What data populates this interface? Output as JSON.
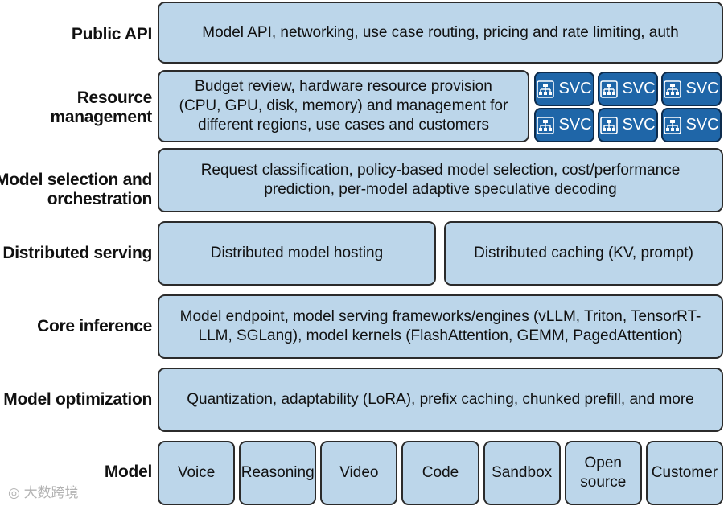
{
  "layers": {
    "public_api": {
      "label": "Public API",
      "text": "Model API, networking, use case routing, pricing and rate limiting, auth"
    },
    "resource_management": {
      "label": "Resource management",
      "text": "Budget review, hardware resource provision (CPU, GPU, disk, memory) and management for different regions, use cases and customers",
      "svc_label": "SVC",
      "svc_count": 6
    },
    "model_selection": {
      "label": "Model selection and orchestration",
      "text": "Request classification, policy-based model selection, cost/performance prediction, per-model adaptive speculative decoding"
    },
    "distributed_serving": {
      "label": "Distributed serving",
      "boxes": [
        "Distributed model hosting",
        "Distributed caching (KV, prompt)"
      ]
    },
    "core_inference": {
      "label": "Core inference",
      "text": "Model endpoint, model serving frameworks/engines (vLLM, Triton, TensorRT-LLM, SGLang), model kernels (FlashAttention, GEMM, PagedAttention)"
    },
    "model_optimization": {
      "label": "Model optimization",
      "text": "Quantization, adaptability (LoRA), prefix caching, chunked prefill, and more"
    },
    "model": {
      "label": "Model",
      "items": [
        "Voice",
        "Reasoning",
        "Video",
        "Code",
        "Sandbox",
        "Open source",
        "Customer"
      ]
    }
  },
  "watermark": "大数跨境",
  "colors": {
    "box_fill": "#bcd6ea",
    "box_border": "#2b2b2b",
    "svc_fill": "#1f66a8",
    "svc_border": "#0d2c4d"
  },
  "icons": {
    "svc": "hierarchy-icon"
  }
}
